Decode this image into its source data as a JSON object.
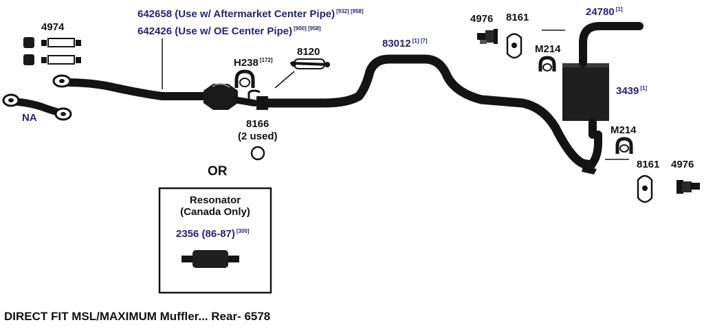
{
  "colors": {
    "label_blue": "#24247a",
    "ink": "#141414",
    "background": "#ffffff"
  },
  "labels": {
    "p4974": "4974",
    "na": "NA",
    "p642658": {
      "text": "642658 (Use w/ Aftermarket Center Pipe)",
      "sup": "[932] [958]"
    },
    "p642426": {
      "text": "642426 (Use w/ OE Center Pipe)",
      "sup": "[900] [958]"
    },
    "h238": {
      "text": "H238",
      "sup": "[172]"
    },
    "p8120": "8120",
    "p83012": {
      "text": "83012",
      "sup": "[1] [7]"
    },
    "p8166": "8166",
    "p8166_note": "(2 used)",
    "or": "OR",
    "p4976_top": "4976",
    "p8161_top": "8161",
    "p24780": {
      "text": "24780",
      "sup": "[1]"
    },
    "m214_top": "M214",
    "p3439": {
      "text": "3439",
      "sup": "[1]"
    },
    "m214_bottom": "M214",
    "p8161_bottom": "8161",
    "p4976_bottom": "4976"
  },
  "resonator_box": {
    "title_line1": "Resonator",
    "title_line2": "(Canada Only)",
    "part": {
      "text": "2356 (86-87)",
      "sup": "[300]"
    }
  },
  "footer": "DIRECT FIT MSL/MAXIMUM Muffler... Rear- 6578",
  "icons": [
    "exhaust-pipe",
    "catalytic-converter",
    "muffler",
    "resonator",
    "u-bolt-clamp",
    "exhaust-hanger",
    "rubber-insulator",
    "gasket-ring",
    "flange-gasket",
    "bolt-hardware"
  ]
}
